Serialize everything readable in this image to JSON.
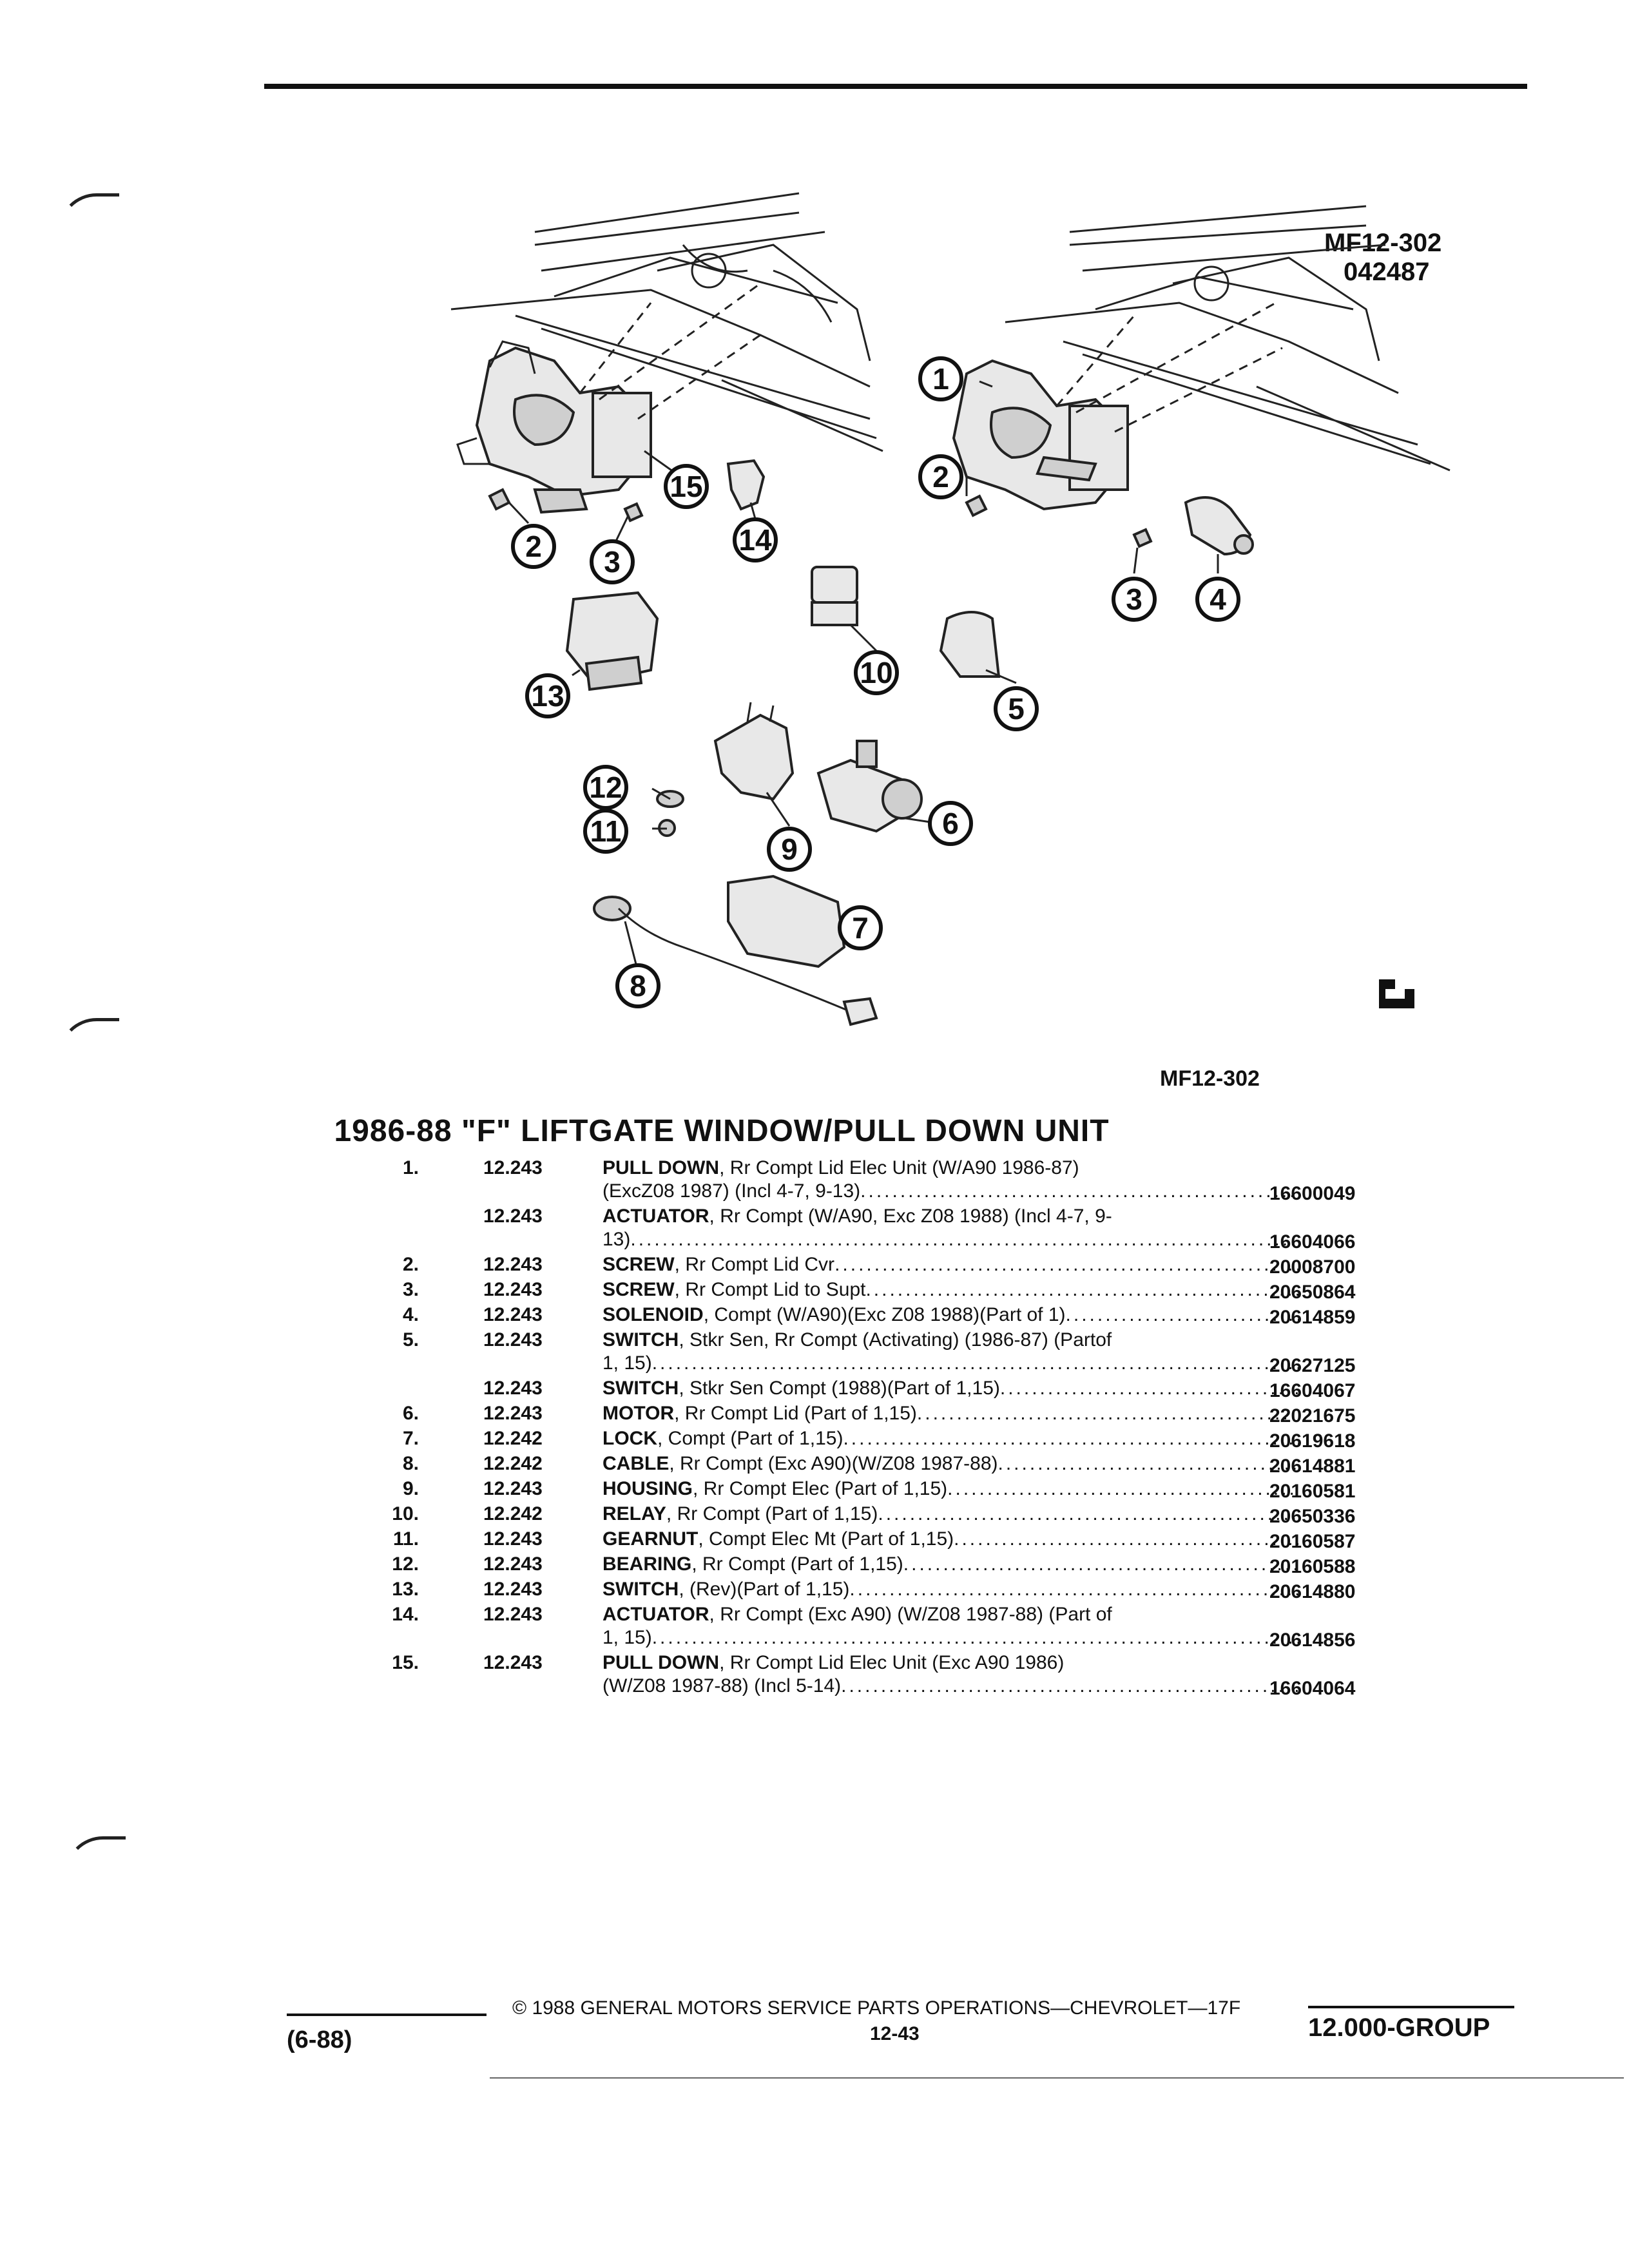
{
  "header": {
    "figure_code": "MF12-302",
    "figure_date": "042487",
    "figure_code_bottom": "MF12-302"
  },
  "diagram": {
    "callouts": [
      "1",
      "2",
      "3",
      "4",
      "5",
      "6",
      "7",
      "8",
      "9",
      "10",
      "11",
      "12",
      "13",
      "14",
      "15"
    ]
  },
  "section_title": "1986-88 \"F\" LIFTGATE WINDOW/PULL DOWN UNIT",
  "parts": [
    {
      "no": "1.",
      "group": "12.243",
      "lines": [
        "PULL DOWN, Rr Compt Lid Elec Unit (W/A90 1986-87)",
        "(ExcZ08 1987) (Incl 4-7, 9-13)"
      ],
      "name": "PULL DOWN",
      "part_number": "16600049"
    },
    {
      "no": "",
      "group": "12.243",
      "lines": [
        "ACTUATOR, Rr Compt (W/A90, Exc Z08 1988) (Incl 4-7, 9-",
        "13)"
      ],
      "name": "ACTUATOR",
      "part_number": "16604066"
    },
    {
      "no": "2.",
      "group": "12.243",
      "lines": [
        "SCREW, Rr Compt Lid Cvr"
      ],
      "name": "SCREW",
      "part_number": "20008700"
    },
    {
      "no": "3.",
      "group": "12.243",
      "lines": [
        "SCREW, Rr Compt Lid to Supt"
      ],
      "name": "SCREW",
      "part_number": "20650864"
    },
    {
      "no": "4.",
      "group": "12.243",
      "lines": [
        "SOLENOID, Compt (W/A90)(Exc Z08 1988)(Part of 1)"
      ],
      "name": "SOLENOID",
      "part_number": "20614859"
    },
    {
      "no": "5.",
      "group": "12.243",
      "lines": [
        "SWITCH, Stkr Sen, Rr Compt (Activating) (1986-87) (Partof",
        "1, 15)"
      ],
      "name": "SWITCH",
      "part_number": "20627125"
    },
    {
      "no": "",
      "group": "12.243",
      "lines": [
        "SWITCH, Stkr Sen Compt (1988)(Part of 1,15)"
      ],
      "name": "SWITCH",
      "part_number": "16604067"
    },
    {
      "no": "6.",
      "group": "12.243",
      "lines": [
        "MOTOR, Rr Compt Lid (Part of 1,15)"
      ],
      "name": "MOTOR",
      "part_number": "22021675"
    },
    {
      "no": "7.",
      "group": "12.242",
      "lines": [
        "LOCK, Compt (Part of 1,15)"
      ],
      "name": "LOCK",
      "part_number": "20619618"
    },
    {
      "no": "8.",
      "group": "12.242",
      "lines": [
        "CABLE, Rr Compt (Exc A90)(W/Z08 1987-88)"
      ],
      "name": "CABLE",
      "part_number": "20614881"
    },
    {
      "no": "9.",
      "group": "12.243",
      "lines": [
        "HOUSING, Rr Compt Elec (Part of 1,15)"
      ],
      "name": "HOUSING",
      "part_number": "20160581"
    },
    {
      "no": "10.",
      "group": "12.242",
      "lines": [
        "RELAY, Rr Compt (Part of 1,15)"
      ],
      "name": "RELAY",
      "part_number": "20650336"
    },
    {
      "no": "11.",
      "group": "12.243",
      "lines": [
        "GEARNUT, Compt Elec Mt (Part of 1,15)"
      ],
      "name": "GEARNUT",
      "part_number": "20160587"
    },
    {
      "no": "12.",
      "group": "12.243",
      "lines": [
        "BEARING, Rr Compt (Part of 1,15)"
      ],
      "name": "BEARING",
      "part_number": "20160588"
    },
    {
      "no": "13.",
      "group": "12.243",
      "lines": [
        "SWITCH, (Rev)(Part of 1,15)"
      ],
      "name": "SWITCH",
      "part_number": "20614880"
    },
    {
      "no": "14.",
      "group": "12.243",
      "lines": [
        "ACTUATOR, Rr Compt (Exc A90) (W/Z08 1987-88) (Part of",
        "1, 15)"
      ],
      "name": "ACTUATOR",
      "part_number": "20614856"
    },
    {
      "no": "15.",
      "group": "12.243",
      "lines": [
        "PULL DOWN, Rr Compt Lid Elec Unit (Exc A90 1986)",
        "(W/Z08 1987-88) (Incl 5-14)"
      ],
      "name": "PULL DOWN",
      "part_number": "16604064"
    }
  ],
  "footer": {
    "date": "(6-88)",
    "copyright": "© 1988 GENERAL MOTORS SERVICE PARTS OPERATIONS—CHEVROLET—17F",
    "page": "12-43",
    "group": "12.000-GROUP"
  }
}
